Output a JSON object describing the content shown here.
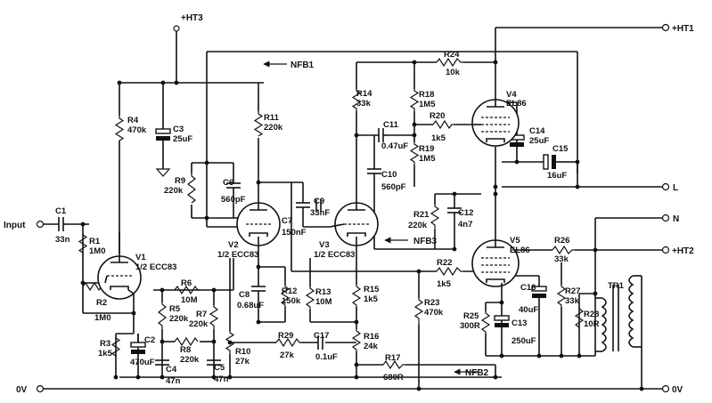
{
  "rails": {
    "ht3": "+HT3",
    "ht1": "+HT1",
    "ht2": "+HT2",
    "l": "L",
    "n": "N",
    "ov_left": "0V",
    "ov_right": "0V",
    "input": "Input"
  },
  "feedback": {
    "nfb1": "NFB1",
    "nfb2": "NFB2",
    "nfb3": "NFB3"
  },
  "tubes": {
    "v1_name": "V1",
    "v1_type": "1/2 ECC83",
    "v2_name": "V2",
    "v2_type": "1/2 ECC83",
    "v3_name": "V3",
    "v3_type": "1/2 ECC83",
    "v4_name": "V4",
    "v4_type": "EL86",
    "v5_name": "V5",
    "v5_type": "EL86"
  },
  "resistors": {
    "r1_name": "R1",
    "r1_value": "1M0",
    "r2_name": "R2",
    "r2_value": "1M0",
    "r3_name": "R3",
    "r3_value": "1k5",
    "r4_name": "R4",
    "r4_value": "470k",
    "r5_name": "R5",
    "r5_value": "220k",
    "r6_name": "R6",
    "r6_value": "10M",
    "r7_name": "R7",
    "r7_value": "220k",
    "r8_name": "R8",
    "r8_value": "220k",
    "r9_name": "R9",
    "r9_value": "220k",
    "r10_name": "R10",
    "r10_value": "27k",
    "r11_name": "R11",
    "r11_value": "220k",
    "r12_name": "R12",
    "r12_value": "150k",
    "r13_name": "R13",
    "r13_value": "10M",
    "r14_name": "R14",
    "r14_value": "33k",
    "r15_name": "R15",
    "r15_value": "1k5",
    "r16_name": "R16",
    "r16_value": "24k",
    "r17_name": "R17",
    "r17_value": "680R",
    "r18_name": "R18",
    "r18_value": "1M5",
    "r19_name": "R19",
    "r19_value": "1M5",
    "r20_name": "R20",
    "r20_value": "1k5",
    "r21_name": "R21",
    "r21_value": "220k",
    "r22_name": "R22",
    "r22_value": "1k5",
    "r23_name": "R23",
    "r23_value": "470k",
    "r24_name": "R24",
    "r24_value": "10k",
    "r25_name": "R25",
    "r25_value": "300R",
    "r26_name": "R26",
    "r26_value": "33k",
    "r27_name": "R27",
    "r27_value": "33k",
    "r28_name": "R28",
    "r28_value": "10R",
    "r29_name": "R29",
    "r29_value": "27k"
  },
  "capacitors": {
    "c1_name": "C1",
    "c1_value": "33n",
    "c2_name": "C2",
    "c2_value": "470uF",
    "c3_name": "C3",
    "c3_value": "25uF",
    "c4_name": "C4",
    "c4_value": "47n",
    "c5_name": "C5",
    "c5_value": "47n",
    "c6_name": "C6",
    "c6_value": "560pF",
    "c7_name": "C7",
    "c7_value": "150nF",
    "c8_name": "C8",
    "c8_value": "0.68uF",
    "c9_name": "C9",
    "c9_value": "33nF",
    "c10_name": "C10",
    "c10_value": "560pF",
    "c11_name": "C11",
    "c11_value": "0.47uF",
    "c12_name": "C12",
    "c12_value": "4n7",
    "c13_name": "C13",
    "c13_value": "250uF",
    "c14_name": "C14",
    "c14_value": "25uF",
    "c15_name": "C15",
    "c15_value": "16uF",
    "c16_name": "C16",
    "c16_value": "40uF",
    "c17_name": "C17",
    "c17_value": "0.1uF"
  },
  "transformer": {
    "name": "TR1"
  }
}
